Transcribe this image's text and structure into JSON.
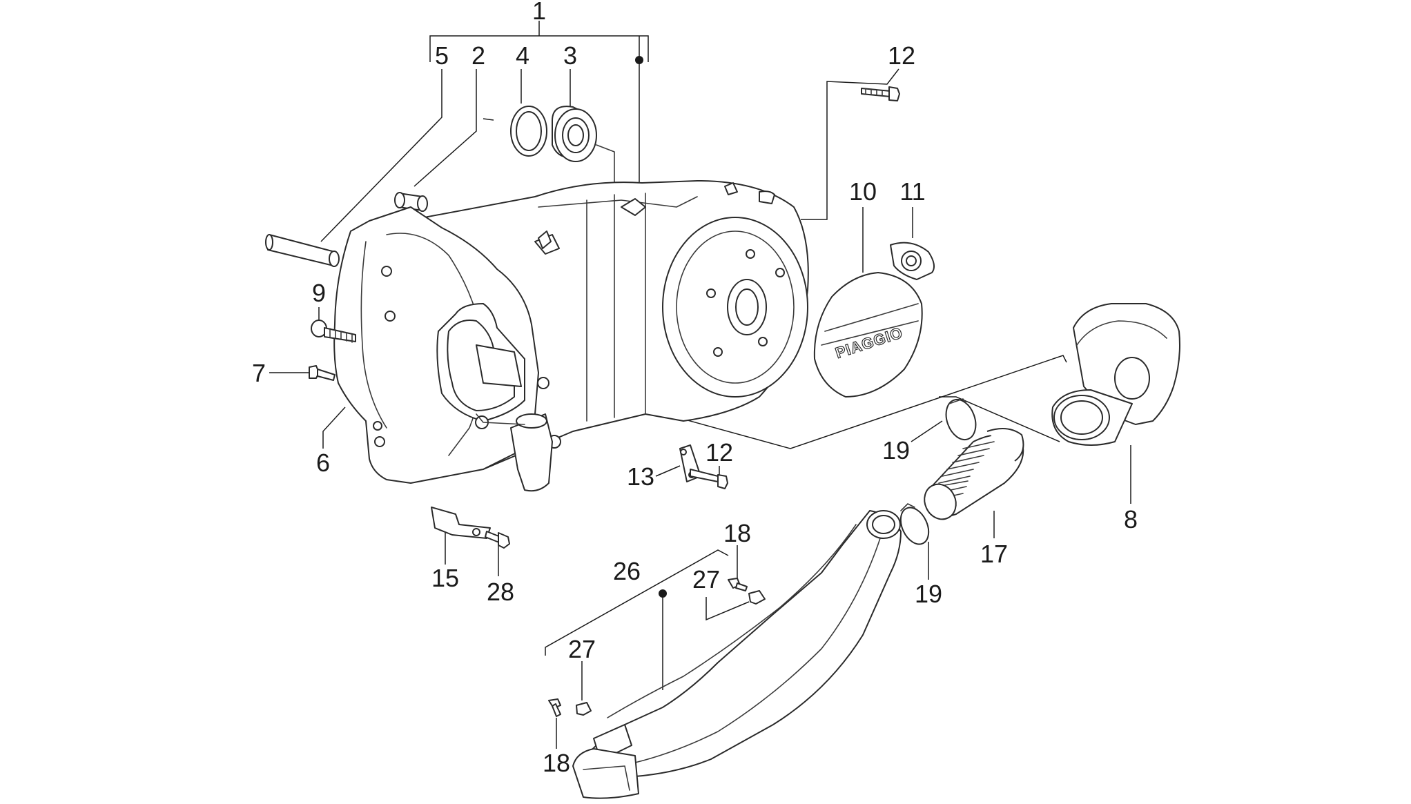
{
  "diagram": {
    "callouts": [
      {
        "id": "c1",
        "label": "1"
      },
      {
        "id": "c5",
        "label": "5"
      },
      {
        "id": "c2",
        "label": "2"
      },
      {
        "id": "c4",
        "label": "4"
      },
      {
        "id": "c3",
        "label": "3"
      },
      {
        "id": "c12a",
        "label": "12"
      },
      {
        "id": "c10",
        "label": "10"
      },
      {
        "id": "c11",
        "label": "11"
      },
      {
        "id": "c9",
        "label": "9"
      },
      {
        "id": "c7",
        "label": "7"
      },
      {
        "id": "c6",
        "label": "6"
      },
      {
        "id": "c13",
        "label": "13"
      },
      {
        "id": "c12b",
        "label": "12"
      },
      {
        "id": "c19a",
        "label": "19"
      },
      {
        "id": "c8",
        "label": "8"
      },
      {
        "id": "c17",
        "label": "17"
      },
      {
        "id": "c19b",
        "label": "19"
      },
      {
        "id": "c15",
        "label": "15"
      },
      {
        "id": "c28",
        "label": "28"
      },
      {
        "id": "c18a",
        "label": "18"
      },
      {
        "id": "c26",
        "label": "26"
      },
      {
        "id": "c27a",
        "label": "27"
      },
      {
        "id": "c27b",
        "label": "27"
      },
      {
        "id": "c18b",
        "label": "18"
      }
    ],
    "brand_logo_text": "PIAGGIO"
  }
}
